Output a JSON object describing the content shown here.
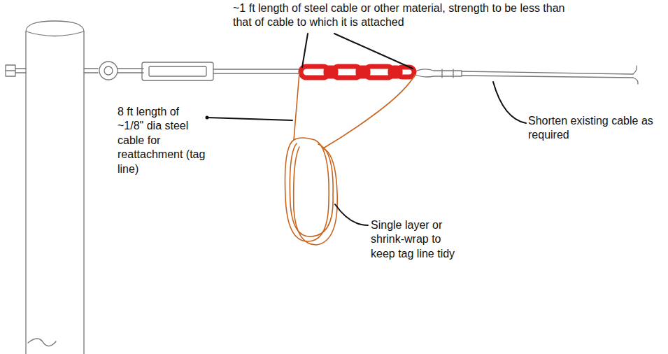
{
  "diagram": {
    "labels": [
      "~1 ft length of steel cable or other material, strength to be less than that of cable to which it is attached",
      "8 ft length of ~1/8\" dia steel cable for reattachment (tag line)",
      "Single layer or shrink-wrap to keep tag line tidy",
      "Shorten existing cable as required"
    ]
  }
}
